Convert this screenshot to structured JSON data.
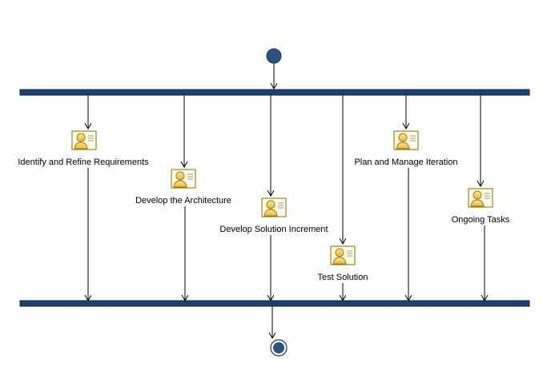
{
  "diagram": {
    "type": "activity",
    "colors": {
      "bar_fill": "#1e3f6b",
      "bar_stroke": "#0d2440",
      "start_fill": "#2c5282",
      "edge": "#000000",
      "icon_body": "#f4d25a",
      "icon_outline": "#a67c00"
    },
    "nodes": [
      {
        "id": "identify",
        "label": "Identify and Refine Requirements",
        "icon": "activity-person-doc-icon"
      },
      {
        "id": "architecture",
        "label": "Develop the Architecture",
        "icon": "activity-person-doc-icon"
      },
      {
        "id": "solution",
        "label": "Develop Solution Increment",
        "icon": "activity-person-doc-icon"
      },
      {
        "id": "test",
        "label": "Test Solution",
        "icon": "activity-person-doc-icon"
      },
      {
        "id": "plan",
        "label": "Plan and Manage Iteration",
        "icon": "activity-person-doc-icon"
      },
      {
        "id": "ongoing",
        "label": "Ongoing Tasks",
        "icon": "activity-person-doc-icon"
      }
    ],
    "flow": [
      {
        "from": "start",
        "to": "fork"
      },
      {
        "from": "fork",
        "to": "identify"
      },
      {
        "from": "fork",
        "to": "architecture"
      },
      {
        "from": "fork",
        "to": "solution"
      },
      {
        "from": "fork",
        "to": "test"
      },
      {
        "from": "fork",
        "to": "plan"
      },
      {
        "from": "fork",
        "to": "ongoing"
      },
      {
        "from": "identify",
        "to": "join"
      },
      {
        "from": "architecture",
        "to": "join"
      },
      {
        "from": "solution",
        "to": "join"
      },
      {
        "from": "test",
        "to": "join"
      },
      {
        "from": "plan",
        "to": "join"
      },
      {
        "from": "ongoing",
        "to": "join"
      },
      {
        "from": "join",
        "to": "end"
      }
    ]
  }
}
